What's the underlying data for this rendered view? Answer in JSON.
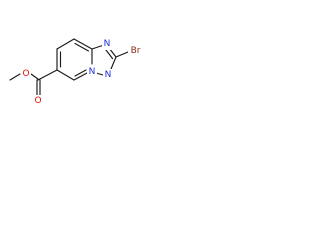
{
  "molecule": {
    "atom_labels": {
      "bromine": "Br",
      "nitrogen_triazole": "N",
      "nitrogen_bridgehead": "N",
      "oxygen_carbonyl": "O",
      "oxygen_ester": "O"
    },
    "colors": {
      "bond": "#1a1a1a",
      "bromine": "#8b2e16",
      "nitrogen": "#1f2fd6",
      "oxygen": "#e0140c",
      "background": "#ffffff"
    }
  }
}
